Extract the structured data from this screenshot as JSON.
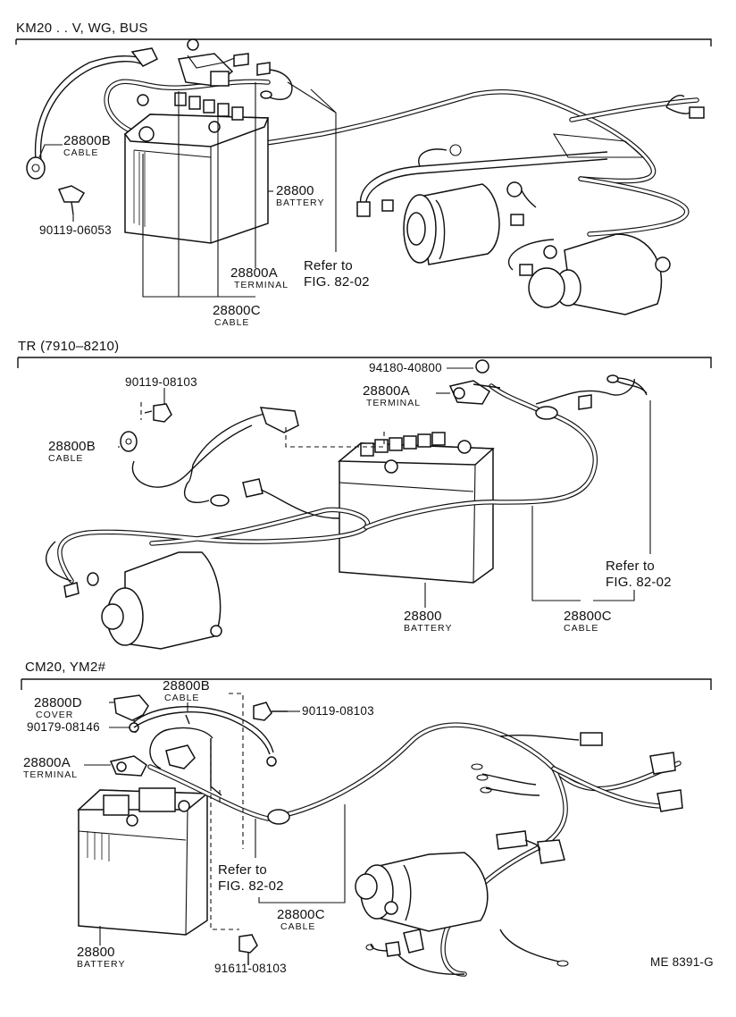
{
  "sections": [
    {
      "title": "KM20 . . V, WG, BUS",
      "labels": [
        {
          "pn": "28800B",
          "name": "CABLE"
        },
        {
          "pn": "90119-06053",
          "name": ""
        },
        {
          "pn": "28800",
          "name": "BATTERY"
        },
        {
          "pn": "28800A",
          "name": "TERMINAL"
        },
        {
          "pn": "28800C",
          "name": "CABLE"
        }
      ],
      "refer": [
        "Refer to",
        "FIG. 82-02"
      ]
    },
    {
      "title": "TR (7910–8210)",
      "labels": [
        {
          "pn": "90119-08103",
          "name": ""
        },
        {
          "pn": "94180-40800",
          "name": ""
        },
        {
          "pn": "28800A",
          "name": "TERMINAL"
        },
        {
          "pn": "28800B",
          "name": "CABLE"
        },
        {
          "pn": "28800",
          "name": "BATTERY"
        },
        {
          "pn": "28800C",
          "name": "CABLE"
        }
      ],
      "refer": [
        "Refer to",
        "FIG. 82-02"
      ]
    },
    {
      "title": "CM20, YM2#",
      "labels": [
        {
          "pn": "28800D",
          "name": "COVER"
        },
        {
          "pn": "90179-08146",
          "name": ""
        },
        {
          "pn": "28800B",
          "name": "CABLE"
        },
        {
          "pn": "90119-08103",
          "name": ""
        },
        {
          "pn": "28800A",
          "name": "TERMINAL"
        },
        {
          "pn": "28800",
          "name": "BATTERY"
        },
        {
          "pn": "91611-08103",
          "name": ""
        },
        {
          "pn": "28800C",
          "name": "CABLE"
        }
      ],
      "refer": [
        "Refer to",
        "FIG. 82-02"
      ]
    }
  ],
  "footer_code": "ME  8391-G"
}
